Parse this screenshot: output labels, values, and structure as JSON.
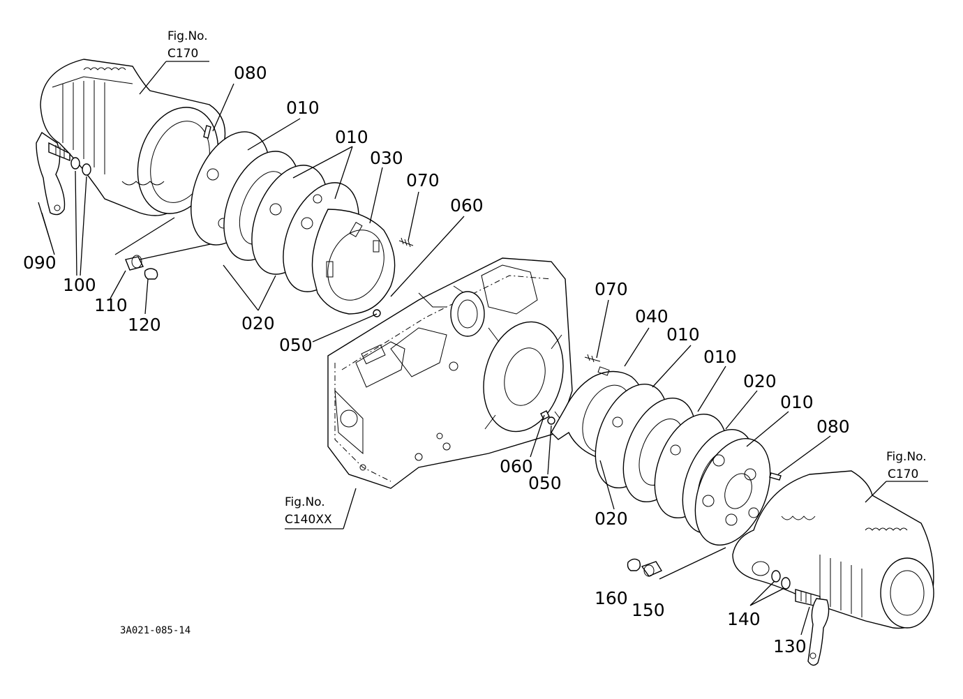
{
  "drawing_code": "3A021-085-14",
  "refs": {
    "top_left": {
      "fig": "Fig.No.",
      "code": "C170"
    },
    "bottom_right": {
      "fig": "Fig.No.",
      "code": "C170"
    },
    "center": {
      "fig": "Fig.No.",
      "code": "C140XX"
    }
  },
  "callouts": {
    "c080a": "080",
    "c010a": "010",
    "c010b": "010",
    "c030": "030",
    "c070a": "070",
    "c060a": "060",
    "c090": "090",
    "c100": "100",
    "c110": "110",
    "c120": "120",
    "c020a": "020",
    "c050a": "050",
    "c070b": "070",
    "c040": "040",
    "c010c": "010",
    "c010d": "010",
    "c020b": "020",
    "c010e": "010",
    "c080b": "080",
    "c060b": "060",
    "c050b": "050",
    "c020c": "020",
    "c160": "160",
    "c150": "150",
    "c140": "140",
    "c130": "130"
  }
}
